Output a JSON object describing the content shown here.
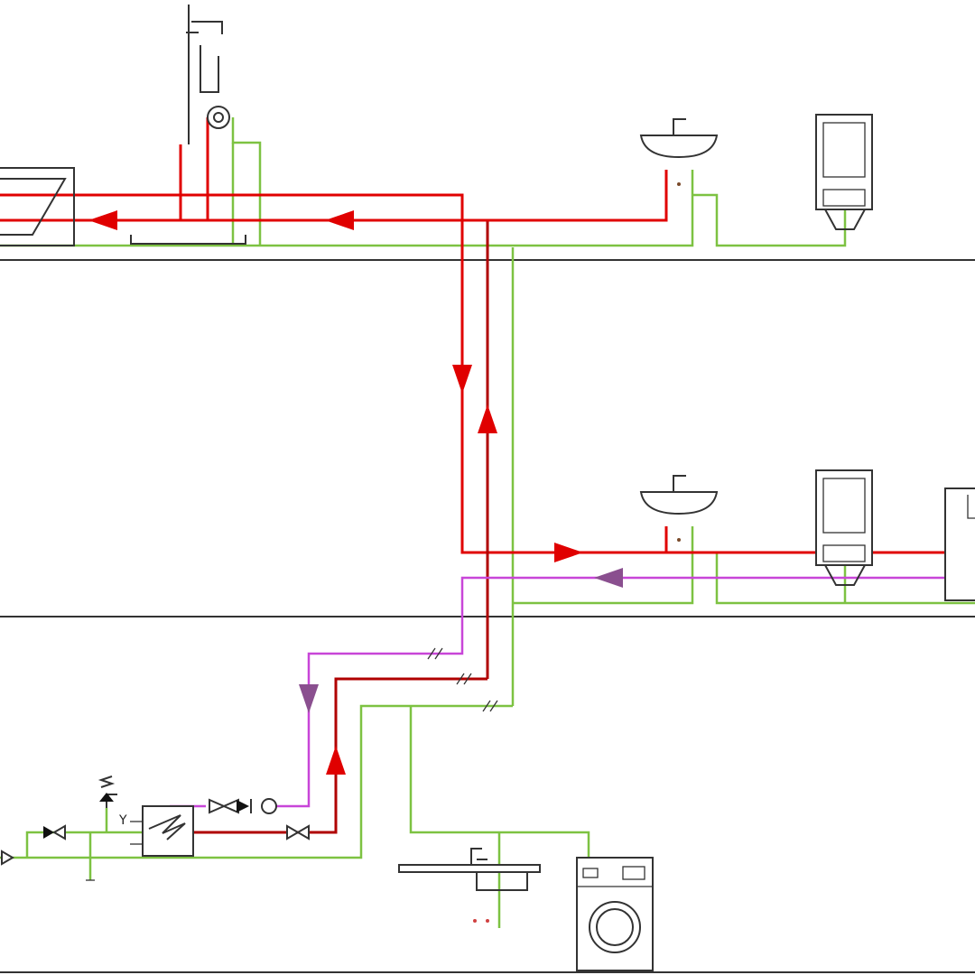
{
  "colors": {
    "hot_supply": "#e00000",
    "hot_return": "#b00000",
    "cold_water": "#7dc242",
    "circulation": "#c845d8",
    "circulation_arrow": "#8a4f8f",
    "fixtures": "#333333"
  },
  "floors": [
    "top-floor",
    "middle-floor",
    "basement"
  ],
  "fixtures": {
    "top_floor": [
      "bathtub",
      "shower",
      "washbasin",
      "wall-hung-wc"
    ],
    "middle_floor": [
      "washbasin",
      "wall-hung-wc",
      "cabinet"
    ],
    "basement": [
      "kitchen-sink",
      "washing-machine",
      "water-heater"
    ]
  },
  "labels": {
    "valve_symbol": "Y"
  }
}
